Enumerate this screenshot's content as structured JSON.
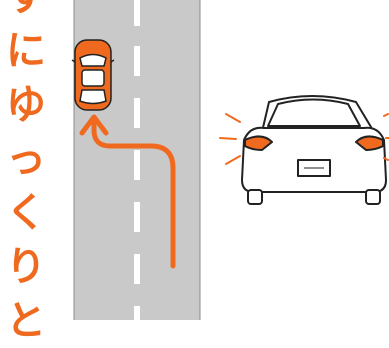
{
  "caption": {
    "chars": [
      "す",
      "に",
      "ゆ",
      "っ",
      "く",
      "り",
      "と"
    ],
    "color": "#ef6a1f"
  },
  "colors": {
    "road": "#c9c9c9",
    "lane_line": "#ffffff",
    "arrow": "#ef6a1f",
    "car_body": "#ef6a1f",
    "outline": "#222222",
    "signal_lamp": "#ef6a1f",
    "blink_rays": "#ef6a1f"
  },
  "icons": {
    "parked_car": "car-top-view-icon",
    "signal_car": "car-rear-view-icon",
    "pull_over_arrow": "arrow-up-icon",
    "blinker_rays": "flash-rays-icon"
  }
}
